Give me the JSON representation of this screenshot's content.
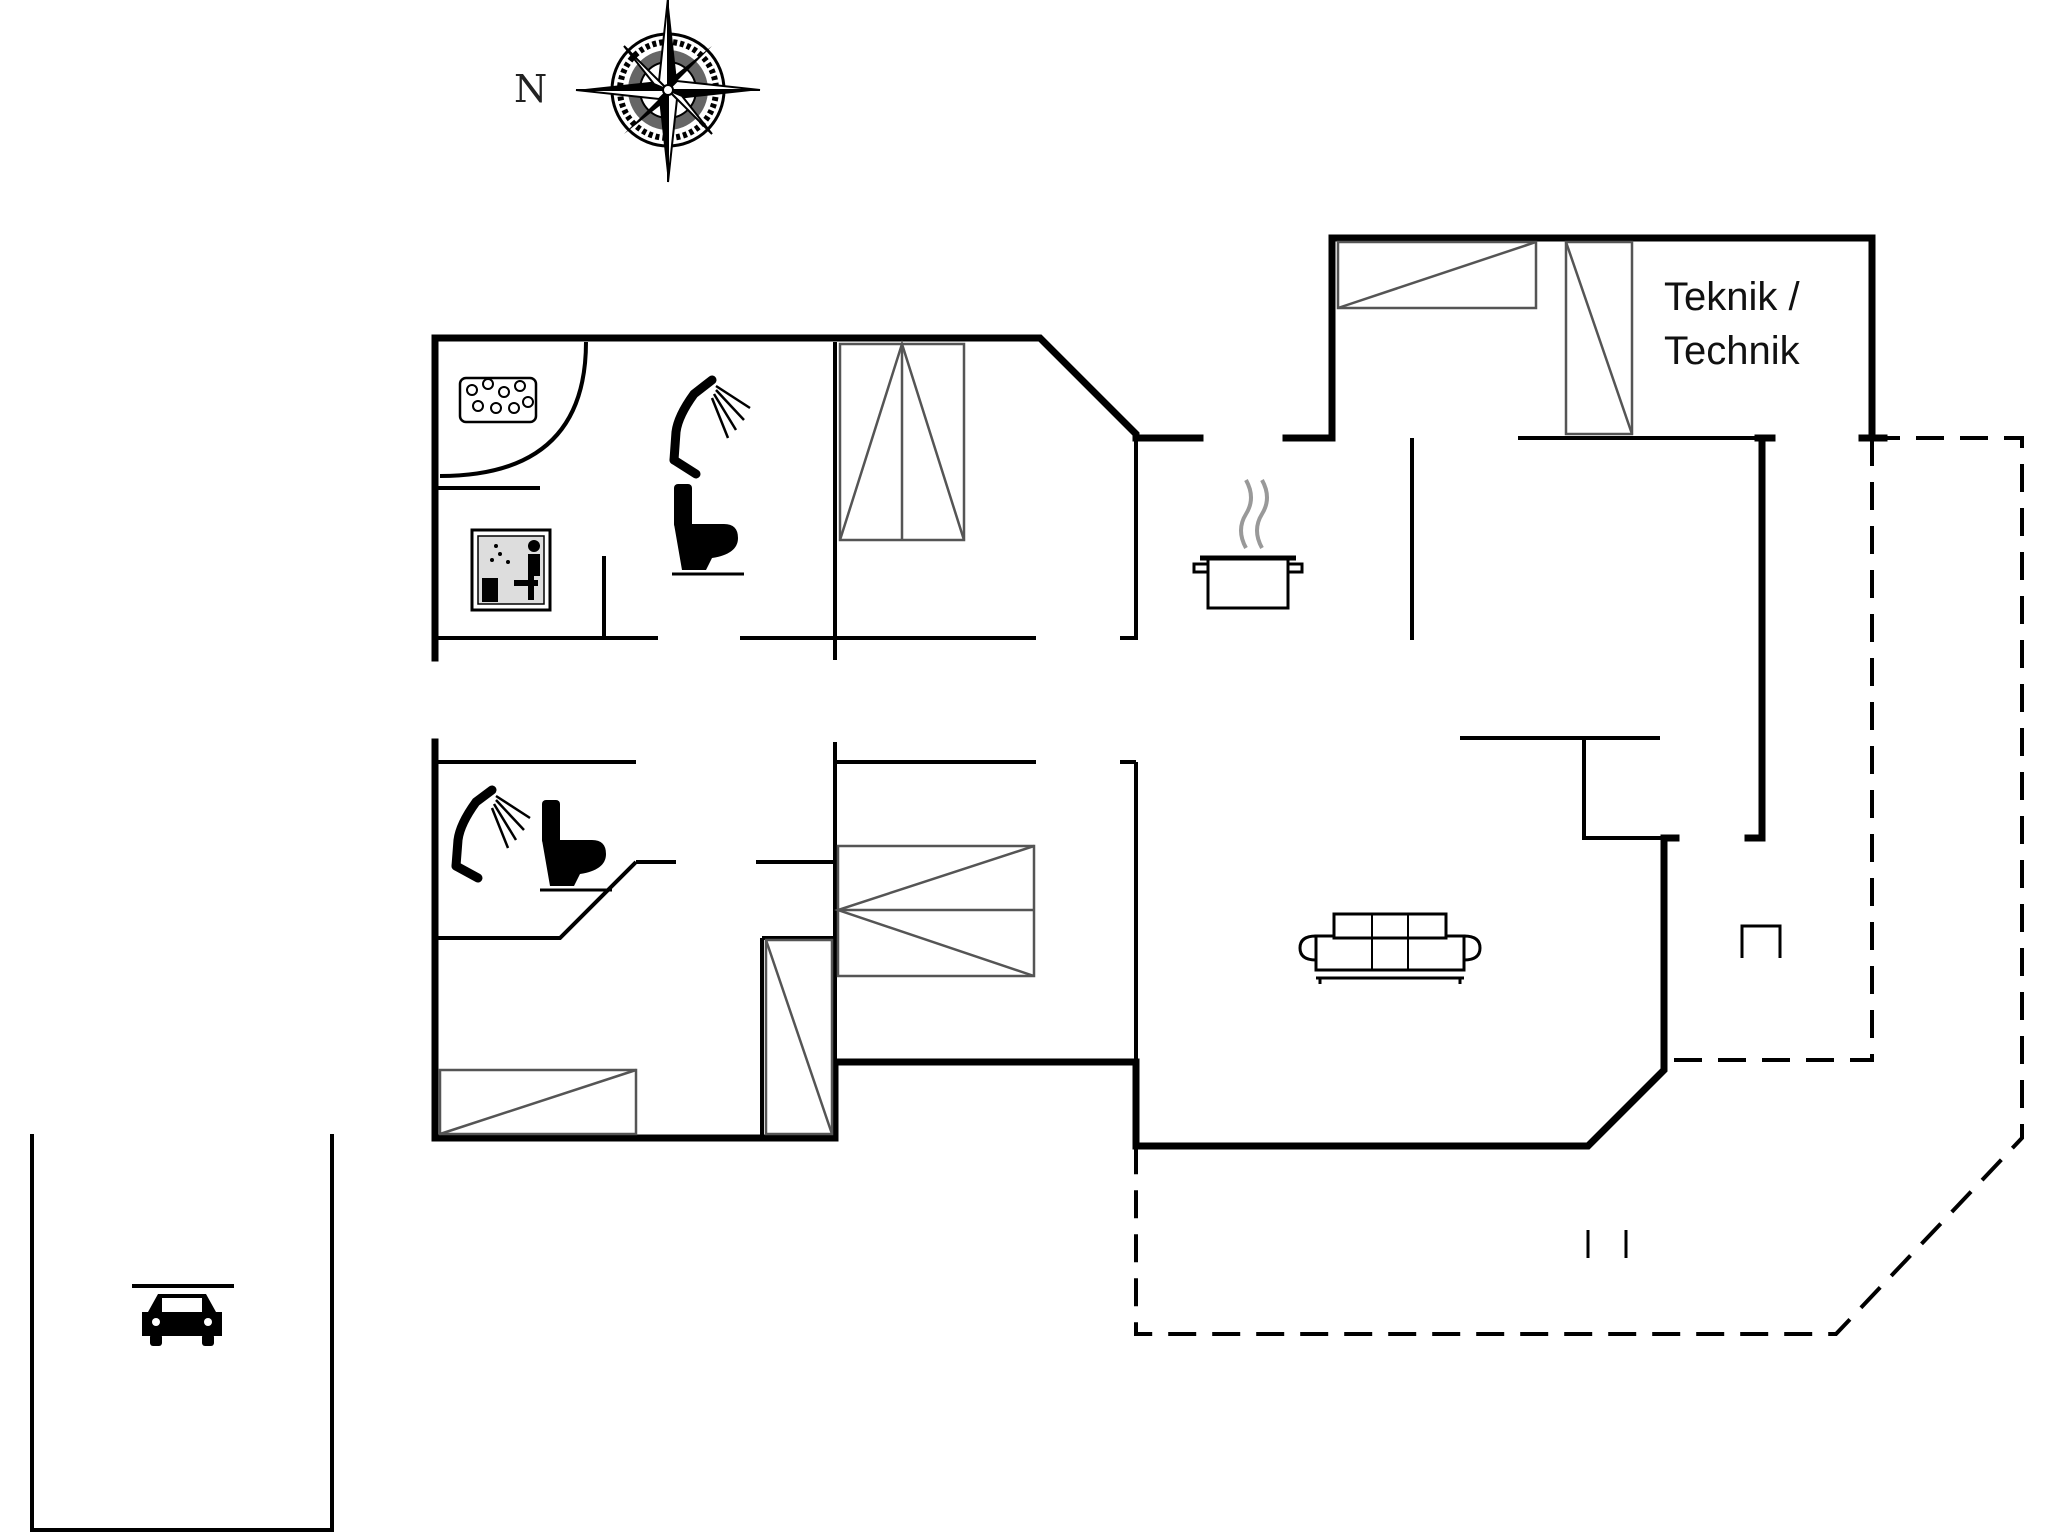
{
  "compass": {
    "direction_label": "N"
  },
  "rooms": {
    "technical_room_label_line1": "Teknik /",
    "technical_room_label_line2": "Technik"
  },
  "icons": [
    "compass-rose-icon",
    "whirlpool-icon",
    "sauna-icon",
    "shower-icon",
    "toilet-icon",
    "cooking-pot-icon",
    "sofa-icon",
    "car-icon",
    "door-swing-icon",
    "stool-icon"
  ],
  "colors": {
    "walls": "#000000",
    "background": "#ffffff"
  }
}
